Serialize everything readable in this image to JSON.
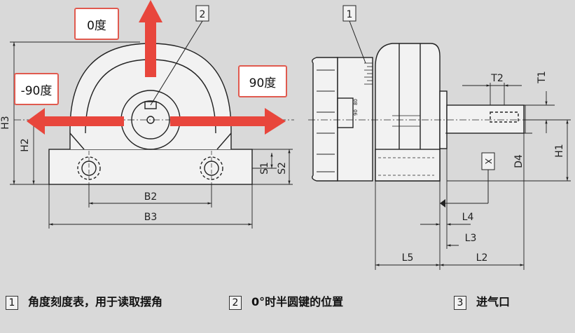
{
  "callouts": {
    "top": "0度",
    "left": "-90度",
    "right": "90度"
  },
  "markers": {
    "front_view_marker": "2",
    "side_view_marker": "1",
    "inlet_marker": "X"
  },
  "dimensions": {
    "H1": "H1",
    "H2": "H2",
    "H3": "H3",
    "B2": "B2",
    "B3": "B3",
    "S1": "S1",
    "S2": "S2",
    "T1": "T1",
    "T2": "T2",
    "D4": "D4",
    "L2": "L2",
    "L3": "L3",
    "L4": "L4",
    "L5": "L5"
  },
  "scale_labels": {
    "a": "90",
    "b": "80"
  },
  "legend": [
    {
      "num": "1",
      "text": "角度刻度表，用于读取摆角"
    },
    {
      "num": "2",
      "text": "0°时半圆键的位置"
    },
    {
      "num": "3",
      "text": "进气口"
    }
  ],
  "colors": {
    "arrow": "#e8463c",
    "line": "#222222",
    "background": "#d9d9d9"
  }
}
